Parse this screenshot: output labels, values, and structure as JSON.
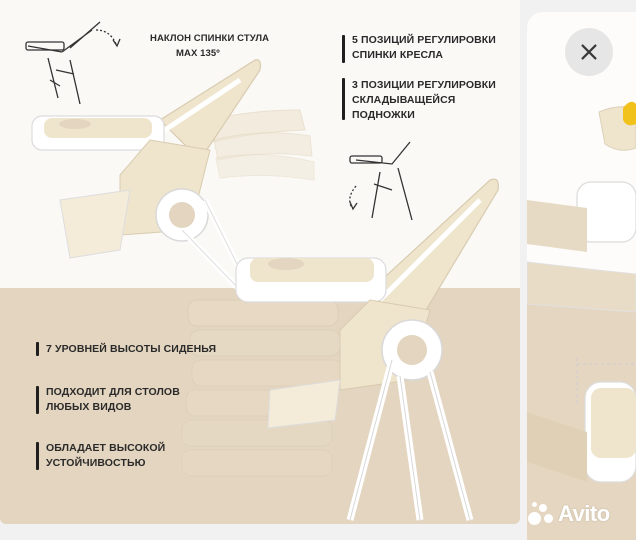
{
  "gallery": {
    "caption_recline": "НАКЛОН СПИНКИ СТУЛА",
    "caption_recline_angle": "MAX 135º",
    "feature_back_positions": [
      "5 ПОЗИЦИЙ РЕГУЛИРОВКИ",
      "СПИНКИ КРЕСЛА"
    ],
    "feature_footrest_positions": [
      "3 ПОЗИЦИИ РЕГУЛИРОВКИ",
      "СКЛАДЫВАЩЕЙСЯ",
      "ПОДНОЖКИ"
    ],
    "feature_seat_height": [
      "7 УРОВНЕЙ ВЫСОТЫ СИДЕНЬЯ"
    ],
    "feature_tables": [
      "ПОДХОДИТ ДЛЯ СТОЛОВ",
      "ЛЮБЫХ ВИДОВ"
    ],
    "feature_stability": [
      "ОБЛАДАЕТ ВЫСОКОЙ",
      "УСТОЙЧИВОСТЬЮ"
    ]
  },
  "controls": {
    "close_icon": "close-x-icon"
  },
  "watermark": {
    "text": "Avito"
  },
  "colors": {
    "beige": "#e3d5bf",
    "cream": "#efe4cc",
    "white": "#ffffff",
    "text": "#2a2a2a",
    "close_bg": "#e6e6e6"
  }
}
